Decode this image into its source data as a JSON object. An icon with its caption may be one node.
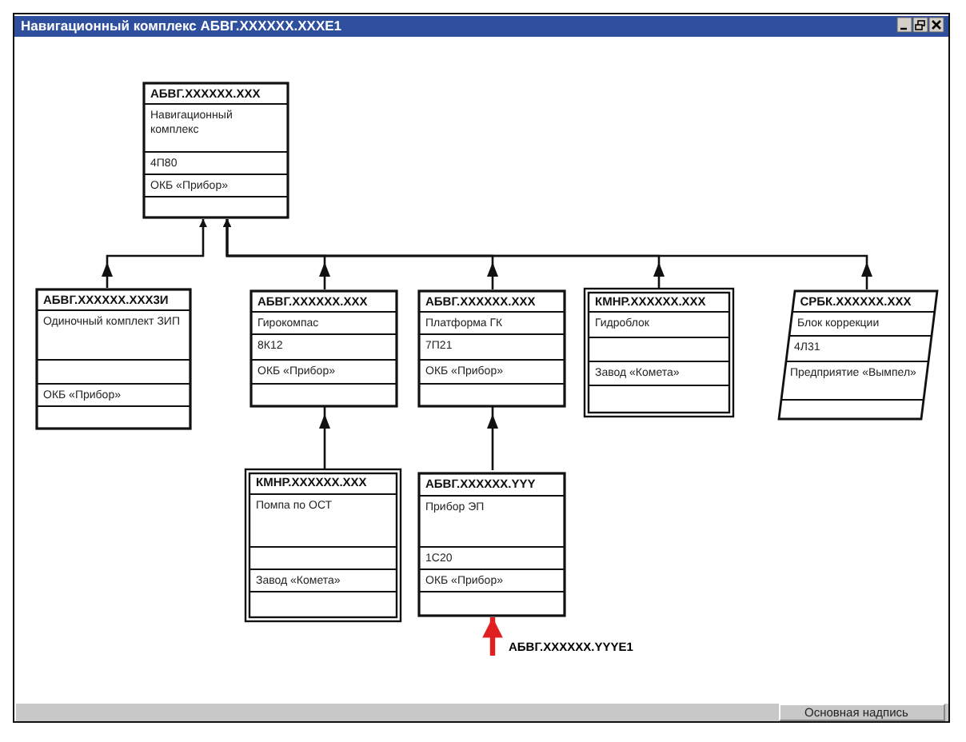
{
  "diagram": {
    "title": "Навигационный комплекс АБВГ.XXXXXX.XXXE1",
    "nodes": [
      {
        "text": [
          "АБВГ.XXXXXX.XXX",
          "Навигационный комплекс",
          "4П80",
          "ОКБ «Прибор»"
        ]
      },
      {
        "text": [
          "АБВГ.XXXXXX.XXX3И",
          "Одиночный комплект ЗИП",
          "ОКБ «Прибор»"
        ]
      },
      {
        "text": [
          "АБВГ.XXXXXX.XXX",
          "Гирокомпас",
          "8К12",
          "ОКБ «Прибор»"
        ]
      },
      {
        "text": [
          "АБВГ.XXXXXX.XXX",
          "Платформа ГК",
          "7П21",
          "ОКБ «Прибор»"
        ]
      },
      {
        "text": [
          "КМНР.XXXXXX.XXX",
          "Гидроблок",
          "Завод «Комета»"
        ]
      },
      {
        "text": [
          "СРБК.XXXXXX.XXX",
          "Блок коррекции",
          "4Л31",
          "Предприятие «Вымпел»"
        ]
      },
      {
        "text": [
          "КМНР.XXXXXX.XXX",
          "Помпа по ОСТ",
          "Завод «Комета»"
        ]
      },
      {
        "text": [
          "АБВГ.XXXXXX.YYY",
          "Прибор ЭП",
          "1С20",
          "ОКБ «Прибор»"
        ]
      }
    ],
    "edges": [
      {
        "from": 1,
        "to": 0,
        "arrow": "to"
      },
      {
        "from": 2,
        "to": 0,
        "arrow": "to"
      },
      {
        "from": 3,
        "to": 0,
        "arrow": "to"
      },
      {
        "from": 4,
        "to": 0,
        "arrow": "to"
      },
      {
        "from": 5,
        "to": 0,
        "arrow": "to"
      },
      {
        "from": 6,
        "to": 2,
        "arrow": "to"
      },
      {
        "from": 7,
        "to": 3,
        "arrow": "to"
      },
      {
        "from": null,
        "to": 7,
        "arrow": "to",
        "label": "АБВГ.XXXXXX.YYYE1",
        "style": "thick",
        "color": "#e02020"
      }
    ],
    "labels": [
      "Основная надпись"
    ]
  }
}
